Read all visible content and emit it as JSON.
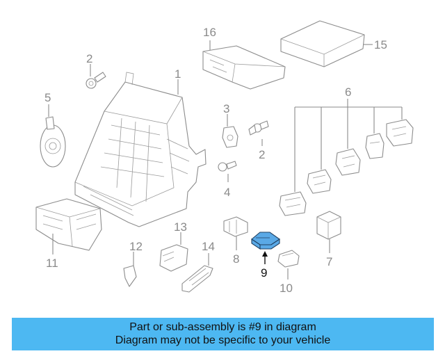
{
  "diagram": {
    "callouts": {
      "c1": "1",
      "c2a": "2",
      "c2b": "2",
      "c3": "3",
      "c4": "4",
      "c5": "5",
      "c6": "6",
      "c7": "7",
      "c8": "8",
      "c9": "9",
      "c10": "10",
      "c11": "11",
      "c12": "12",
      "c13": "13",
      "c14": "14",
      "c15": "15",
      "c16": "16"
    },
    "highlighted_part": "9",
    "colors": {
      "highlight": "#5aa9e6",
      "banner": "#4db8f2",
      "line": "#8a8a8a"
    }
  },
  "banner": {
    "line1": "Part or sub-assembly is #9 in diagram",
    "line2": "Diagram may not be specific to your vehicle"
  }
}
